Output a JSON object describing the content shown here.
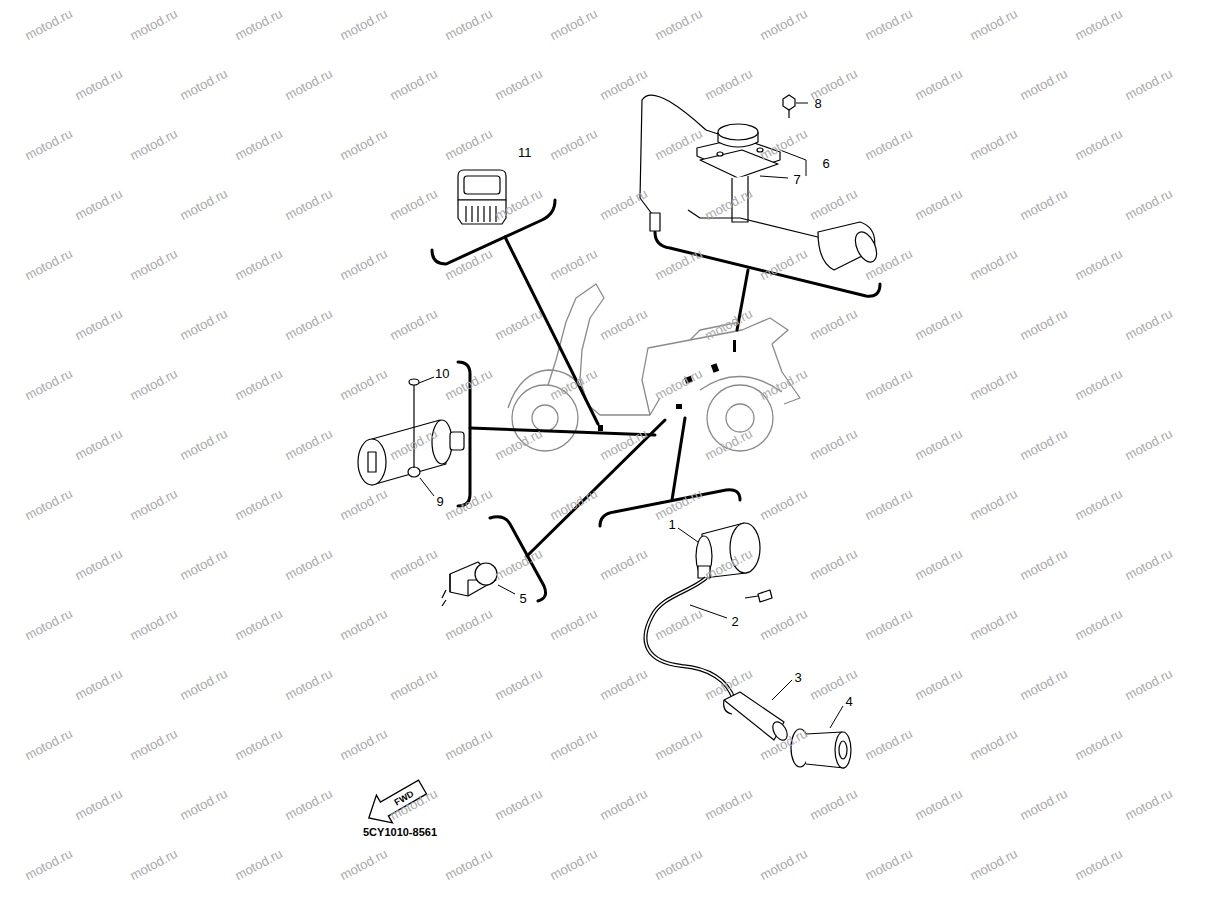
{
  "diagram": {
    "labels": [
      "11",
      "8",
      "6",
      "7",
      "10",
      "9",
      "5",
      "1",
      "2",
      "3",
      "4",
      "FWD",
      "5CY1010-8561",
      "motod.ru",
      "motod.ru",
      "motod.ru",
      "motod.ru",
      "motod.ru",
      "motod.ru",
      "motod.ru",
      "motod.ru",
      "motod.ru",
      "motod.ru",
      "motod.ru",
      "motod.ru",
      "motod.ru",
      "motod.ru",
      "motod.ru",
      "motod.ru",
      "motod.ru",
      "motod.ru",
      "motod.ru",
      "motod.ru",
      "motod.ru",
      "motod.ru",
      "motod.ru",
      "motod.ru",
      "motod.ru",
      "motod.ru",
      "motod.ru",
      "motod.ru",
      "motod.ru",
      "motod.ru",
      "motod.ru",
      "motod.ru",
      "motod.ru",
      "motod.ru",
      "motod.ru",
      "motod.ru",
      "motod.ru",
      "motod.ru",
      "motod.ru",
      "motod.ru",
      "motod.ru",
      "motod.ru",
      "motod.ru",
      "motod.ru",
      "motod.ru",
      "motod.ru",
      "motod.ru",
      "motod.ru",
      "motod.ru",
      "motod.ru",
      "motod.ru",
      "motod.ru",
      "motod.ru",
      "motod.ru",
      "motod.ru",
      "motod.ru",
      "motod.ru",
      "motod.ru",
      "motod.ru",
      "motod.ru",
      "motod.ru",
      "motod.ru",
      "motod.ru",
      "motod.ru",
      "motod.ru",
      "motod.ru",
      "motod.ru",
      "motod.ru",
      "motod.ru",
      "motod.ru",
      "motod.ru",
      "motod.ru",
      "motod.ru",
      "motod.ru",
      "motod.ru",
      "motod.ru",
      "motod.ru",
      "motod.ru",
      "motod.ru",
      "motod.ru",
      "motod.ru",
      "motod.ru",
      "motod.ru",
      "motod.ru",
      "motod.ru",
      "motod.ru",
      "motod.ru",
      "motod.ru",
      "motod.ru",
      "motod.ru",
      "motod.ru",
      "motod.ru",
      "motod.ru",
      "motod.ru",
      "motod.ru",
      "motod.ru",
      "motod.ru",
      "motod.ru",
      "motod.ru",
      "motod.ru",
      "motod.ru",
      "motod.ru",
      "motod.ru",
      "motod.ru",
      "motod.ru",
      "motod.ru",
      "motod.ru",
      "motod.ru",
      "motod.ru",
      "motod.ru",
      "motod.ru",
      "motod.ru",
      "motod.ru",
      "motod.ru",
      "motod.ru",
      "motod.ru",
      "motod.ru",
      "motod.ru",
      "motod.ru",
      "motod.ru",
      "motod.ru",
      "motod.ru",
      "motod.ru",
      "motod.ru",
      "motod.ru",
      "motod.ru",
      "motod.ru",
      "motod.ru",
      "motod.ru",
      "motod.ru",
      "motod.ru",
      "motod.ru",
      "motod.ru",
      "motod.ru",
      "motod.ru",
      "motod.ru",
      "motod.ru",
      "motod.ru",
      "motod.ru",
      "motod.ru",
      "motod.ru",
      "motod.ru",
      "motod.ru",
      "motod.ru",
      "motod.ru",
      "motod.ru",
      "motod.ru",
      "motod.ru",
      "motod.ru",
      "motod.ru",
      "motod.ru",
      "motod.ru",
      "motod.ru",
      "motod.ru",
      "motod.ru",
      "motod.ru",
      "motod.ru",
      "motod.ru",
      "motod.ru",
      "motod.ru",
      "motod.ru",
      "motod.ru",
      "motod.ru",
      "motod.ru",
      "motod.ru"
    ]
  }
}
